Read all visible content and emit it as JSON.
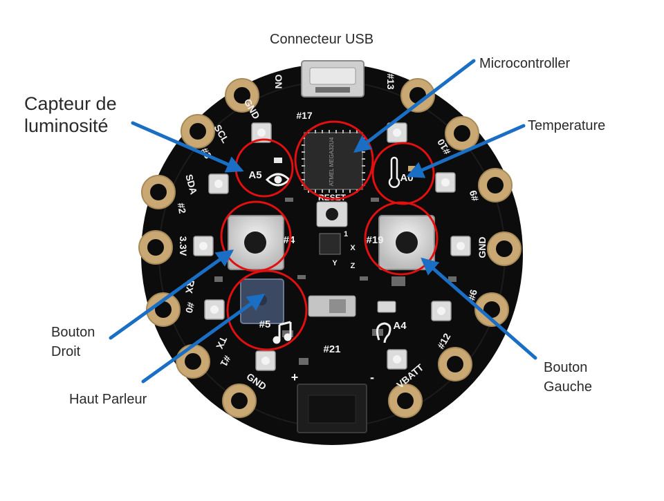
{
  "labels": {
    "usb": "Connecteur USB",
    "microcontroller": "Microcontroller",
    "light_sensor_line1": "Capteur de",
    "light_sensor_line2": "luminosité",
    "temperature": "Temperature",
    "right_button_line1": "Bouton",
    "right_button_line2": "Droit",
    "speaker": "Haut Parleur",
    "left_button_line1": "Bouton",
    "left_button_line2": "Gauche"
  },
  "board": {
    "silkscreen": {
      "on": "ON",
      "pin13": "#13",
      "gnd_top_left": "GND",
      "pin17": "#17",
      "scl": "SCL",
      "pin3": "#3",
      "a5": "A5",
      "sda": "SDA",
      "pin2": "#2",
      "v33": "3.3V",
      "pin4": "#4",
      "pin0": "#0",
      "rx": "RX",
      "pin5": "#5",
      "tx": "TX",
      "pin1": "#1",
      "gnd_bottom_left": "GND",
      "pin21": "#21",
      "reset": "RESET",
      "pin19": "#19",
      "a0": "A0",
      "pin10": "#10",
      "pin9": "#9",
      "gnd_right": "GND",
      "pin6": "#6",
      "a4": "A4",
      "pin12": "#12",
      "vbatt": "VBATT",
      "chip_text": "ATMEL MEGA32U4",
      "pin_1": "1",
      "axis_x": "X",
      "axis_y": "Y",
      "axis_z": "Z",
      "plus": "+",
      "minus": "-"
    }
  },
  "colors": {
    "board": "#0c0c0c",
    "pads": "#c9a874",
    "highlight_circles": "#e01010",
    "arrows": "#1a6fc4",
    "label_text": "#2a2a2a"
  }
}
